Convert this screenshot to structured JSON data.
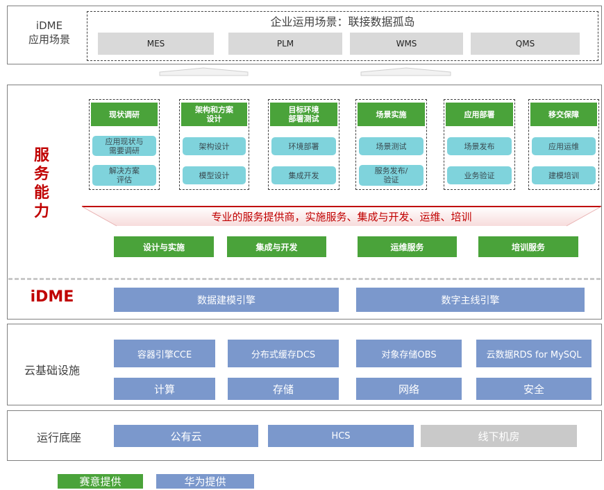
{
  "scenario": {
    "side_label_line1": "iDME",
    "side_label_line2": "应用场景",
    "title": "企业运用场景：联接数据孤岛",
    "apps": [
      "MES",
      "PLM",
      "WMS",
      "QMS"
    ]
  },
  "service": {
    "side_label": [
      "服",
      "务",
      "能",
      "力"
    ],
    "columns": [
      {
        "head": "现状调研",
        "items": [
          "应用现状与\n需要调研",
          "解决方案\n评估"
        ]
      },
      {
        "head": "架构和方案\n设计",
        "items": [
          "架构设计",
          "模型设计"
        ]
      },
      {
        "head": "目标环境\n部署测试",
        "items": [
          "环境部署",
          "集成开发"
        ]
      },
      {
        "head": "场景实施",
        "items": [
          "场景测试",
          "服务发布/\n验证"
        ]
      },
      {
        "head": "应用部署",
        "items": [
          "场景发布",
          "业务验证"
        ]
      },
      {
        "head": "移交保障",
        "items": [
          "应用运维",
          "建模培训"
        ]
      }
    ],
    "banner": "专业的服务提供商，实施服务、集成与开发、运维、培训",
    "offerings": [
      "设计与实施",
      "集成与开发",
      "运维服务",
      "培训服务"
    ]
  },
  "idme": {
    "label": "iDME",
    "engines": [
      "数据建模引擎",
      "数字主线引擎"
    ]
  },
  "cloud": {
    "side_label": "云基础设施",
    "row1": [
      "容器引擎CCE",
      "分布式缓存DCS",
      "对象存储OBS",
      "云数据RDS for MySQL"
    ],
    "row2": [
      "计算",
      "存储",
      "网络",
      "安全"
    ]
  },
  "runtime": {
    "side_label": "运行底座",
    "items": [
      "公有云",
      "HCS",
      "线下机房"
    ]
  },
  "legend": {
    "green": "赛意提供",
    "blue": "华为提供"
  },
  "colors": {
    "green": "#4aa33a",
    "cyan": "#7fd3dc",
    "blue": "#7b98cc",
    "red": "#c00000",
    "gray": "#d9d9d9"
  }
}
